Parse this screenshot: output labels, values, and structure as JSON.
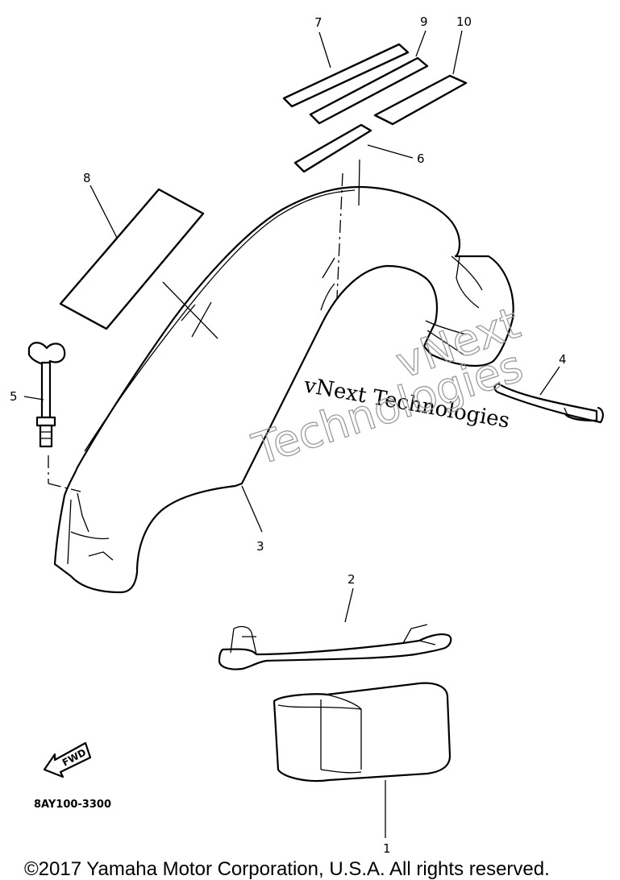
{
  "diagram": {
    "part_labels": {
      "p1": "1",
      "p2": "2",
      "p3": "3",
      "p4": "4",
      "p5": "5",
      "p6": "6",
      "p7": "7",
      "p8": "8",
      "p9": "9",
      "p10": "10"
    },
    "drawing_code": "8AY100-3300",
    "fwd_arrow_text": "FWD",
    "watermark_line1": "vNext Technologies",
    "watermark_line2a": "vNext",
    "watermark_line2b": "Technologies"
  },
  "footer": {
    "copyright": "©2017 Yamaha Motor Corporation, U.S.A. All rights reserved."
  },
  "colors": {
    "ink": "#000000",
    "watermark": "#9a9a9a",
    "background": "#ffffff"
  }
}
